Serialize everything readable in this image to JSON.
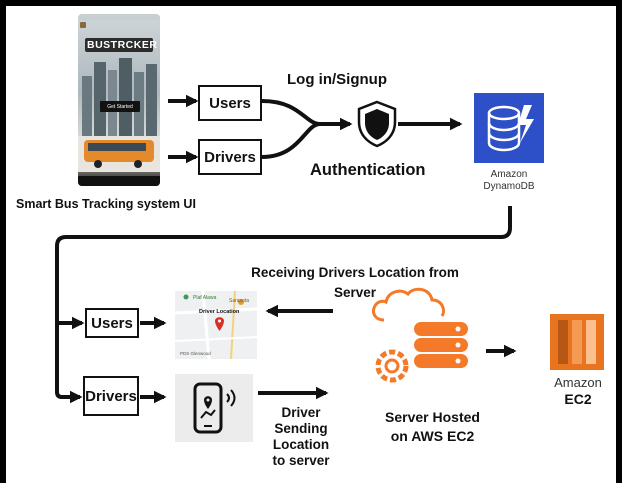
{
  "app_screen": {
    "brand": "BUSTRCKER",
    "button": "Get Started",
    "caption": "Smart Bus Tracking system UI"
  },
  "labels": {
    "login": "Log in/Signup",
    "authentication": "Authentication",
    "receiving_line1": "Receiving Drivers Location from",
    "receiving_line2": "Server",
    "server_line1": "Server Hosted",
    "server_line2": "on AWS EC2",
    "sending_line1": "Driver",
    "sending_line2": "Sending",
    "sending_line3": "Location",
    "sending_line4": "to server"
  },
  "boxes": {
    "users_top": "Users",
    "drivers_top": "Drivers",
    "users_bottom": "Users",
    "drivers_bottom": "Drivers"
  },
  "dynamodb": {
    "line1": "Amazon",
    "line2": "DynamoDB"
  },
  "ec2": {
    "line1": "Amazon",
    "line2": "EC2"
  },
  "map": {
    "place1": "Plaf Alawa",
    "place2": "Sarasota",
    "driver_location": "Driver Location",
    "bottom": "PDS Glenwood"
  },
  "colors": {
    "dynamo_blue": "#2d50c8",
    "server_orange": "#f47a2a",
    "ec2_orange": "#e8741f",
    "pin_red": "#d93025"
  }
}
